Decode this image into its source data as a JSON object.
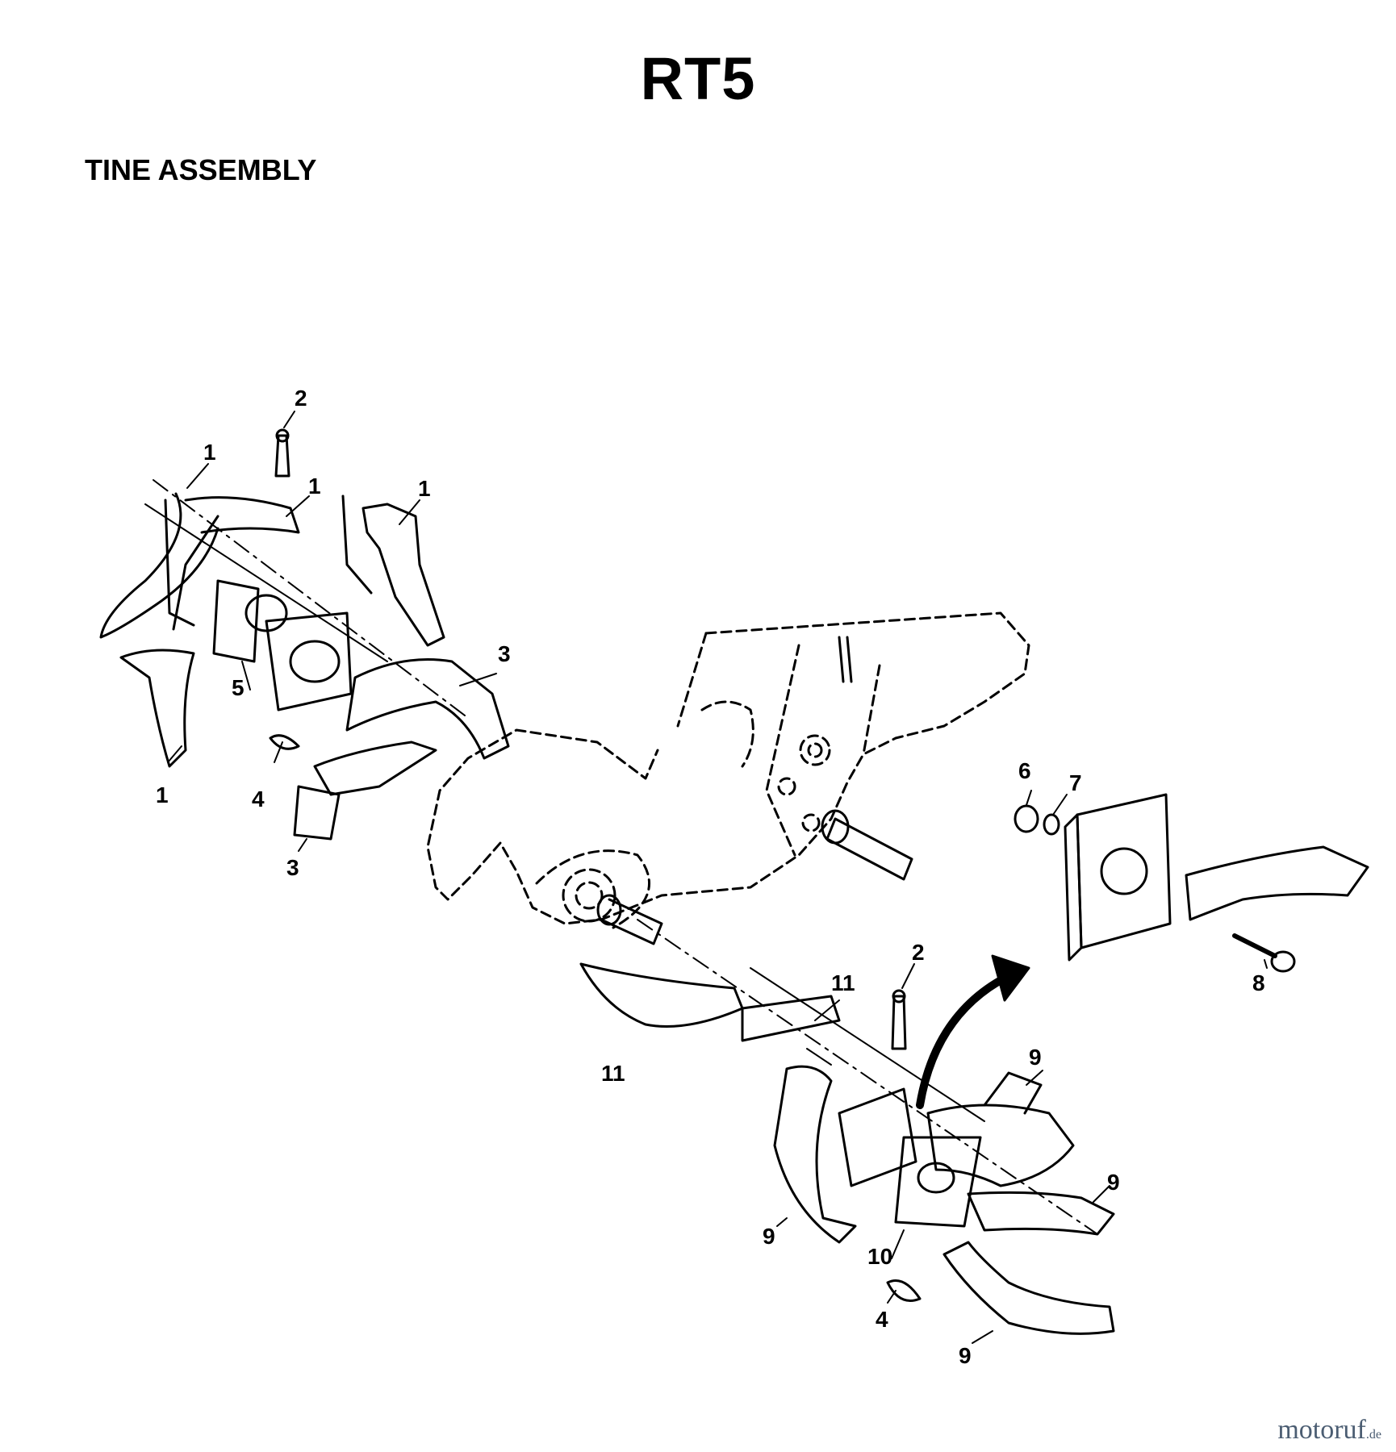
{
  "header": {
    "title": "RT5",
    "subtitle": "TINE ASSEMBLY"
  },
  "callouts": [
    {
      "id": "c1a",
      "label": "1"
    },
    {
      "id": "c1b",
      "label": "1"
    },
    {
      "id": "c1c",
      "label": "1"
    },
    {
      "id": "c1d",
      "label": "1"
    },
    {
      "id": "c2a",
      "label": "2"
    },
    {
      "id": "c2b",
      "label": "2"
    },
    {
      "id": "c3a",
      "label": "3"
    },
    {
      "id": "c3b",
      "label": "3"
    },
    {
      "id": "c4a",
      "label": "4"
    },
    {
      "id": "c4b",
      "label": "4"
    },
    {
      "id": "c5",
      "label": "5"
    },
    {
      "id": "c6",
      "label": "6"
    },
    {
      "id": "c7",
      "label": "7"
    },
    {
      "id": "c8",
      "label": "8"
    },
    {
      "id": "c9a",
      "label": "9"
    },
    {
      "id": "c9b",
      "label": "9"
    },
    {
      "id": "c9c",
      "label": "9"
    },
    {
      "id": "c9d",
      "label": "9"
    },
    {
      "id": "c10",
      "label": "10"
    },
    {
      "id": "c11a",
      "label": "11"
    },
    {
      "id": "c11b",
      "label": "11"
    }
  ],
  "watermark": {
    "main": "motoruf",
    "ext": ".de"
  }
}
